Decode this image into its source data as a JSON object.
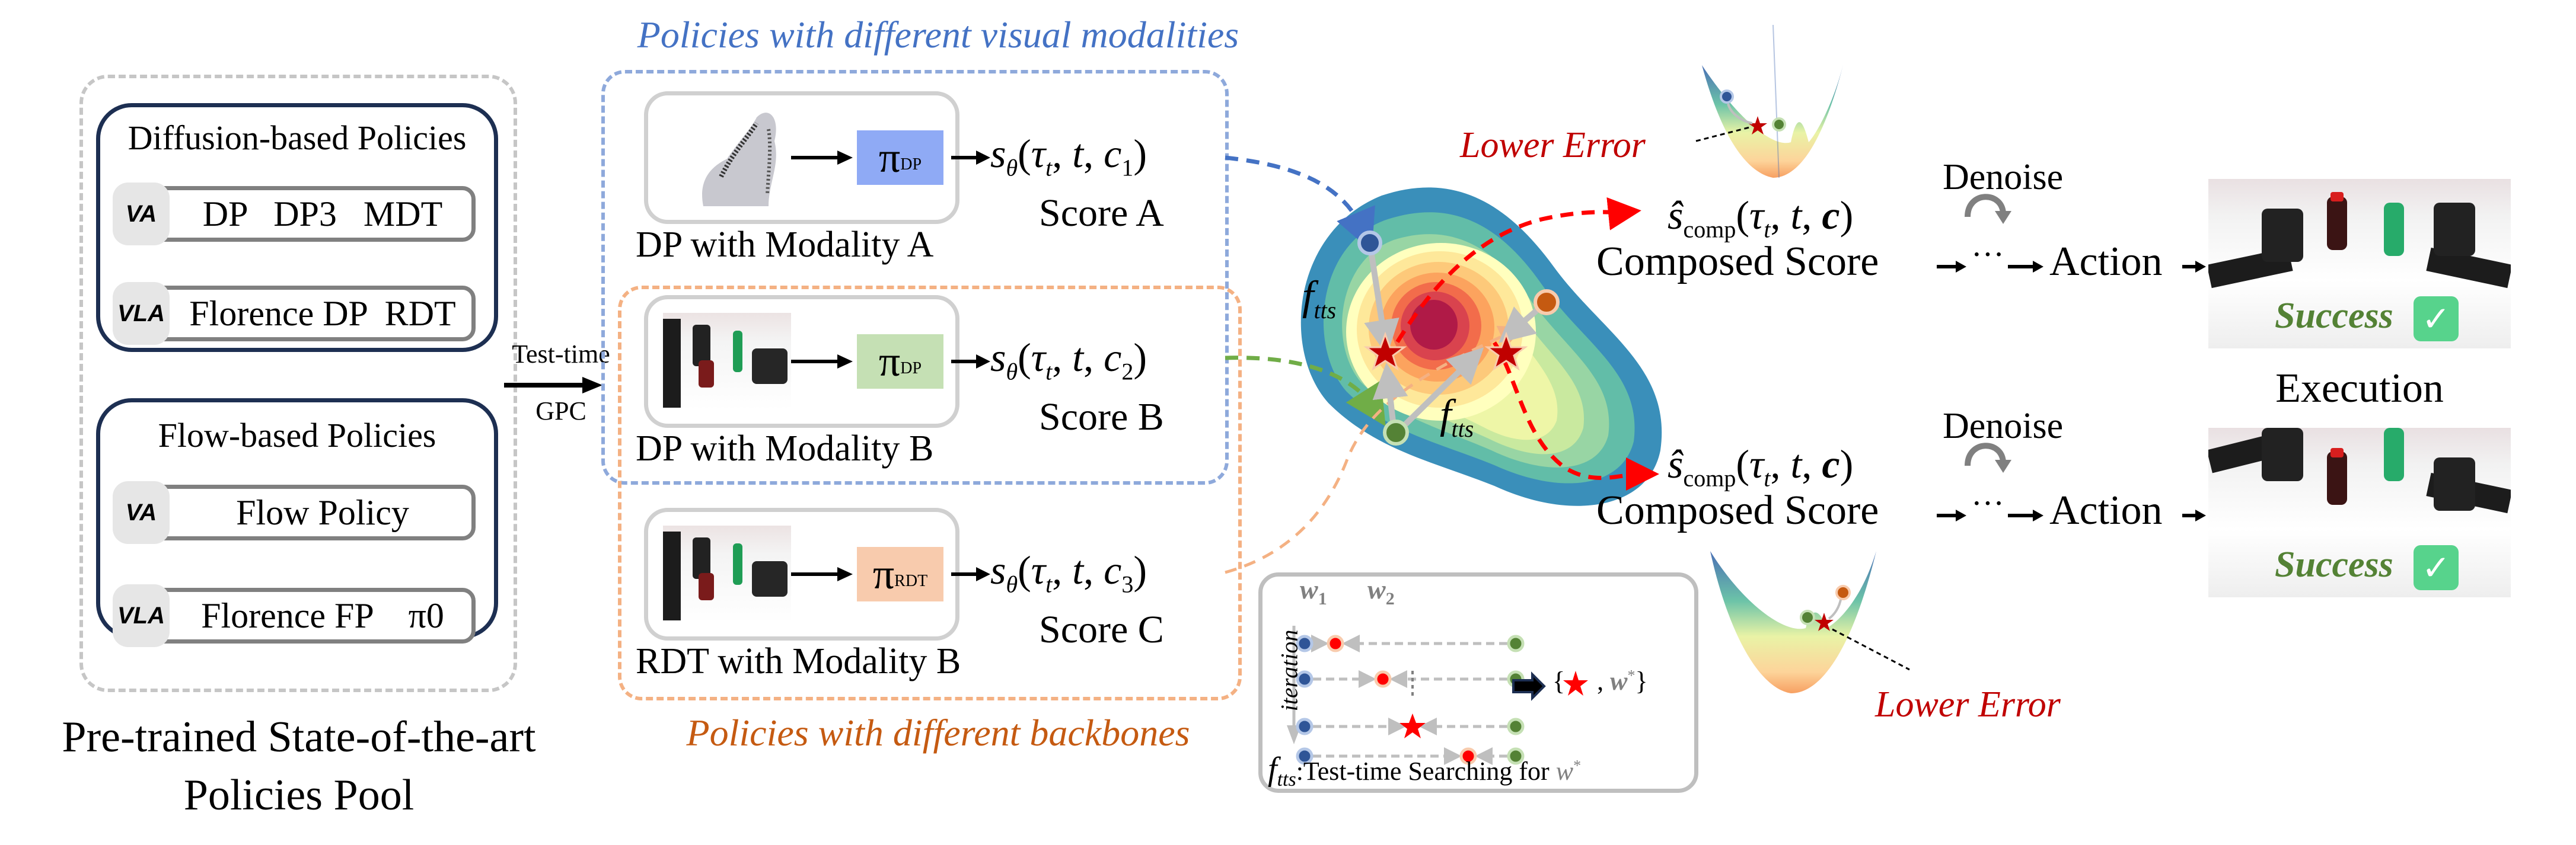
{
  "pool": {
    "diffusion": {
      "title": "Diffusion-based Policies",
      "rows": [
        {
          "tag": "VA",
          "text": "DP   DP3   MDT"
        },
        {
          "tag": "VLA",
          "text": "Florence DP  RDT"
        }
      ]
    },
    "flow": {
      "title": "Flow-based Policies",
      "rows": [
        {
          "tag": "VA",
          "text": "Flow Policy"
        },
        {
          "tag": "VLA",
          "text": "Florence FP    π0"
        }
      ]
    },
    "caption_line1": "Pre-trained State-of-the-art",
    "caption_line2": "Policies Pool"
  },
  "connector": {
    "top_label": "Test-time",
    "bottom_label": "GPC"
  },
  "groups": {
    "visual_title": "Policies with different visual modalities",
    "backbone_title": "Policies with different backbones",
    "visual_color": "#4472c4",
    "backbone_color": "#c55a11"
  },
  "policies": [
    {
      "name": "DP with Modality A",
      "pi": "π",
      "pi_sub": "DP",
      "pi_color": "#8faaf5",
      "input": "point-cloud",
      "score_fn": "s",
      "score_sub": "θ",
      "args": "τ",
      "args_sub": "t",
      "cond": "c",
      "cond_sub": "1",
      "score_label": "Score A",
      "link_color": "#4472c4"
    },
    {
      "name": "DP with Modality B",
      "pi": "π",
      "pi_sub": "DP",
      "pi_color": "#c5e0b4",
      "input": "rgb-image",
      "score_fn": "s",
      "score_sub": "θ",
      "args": "τ",
      "args_sub": "t",
      "cond": "c",
      "cond_sub": "2",
      "score_label": "Score B",
      "link_color": "#70ad47"
    },
    {
      "name": "RDT with Modality B",
      "pi": "π",
      "pi_sub": "RDT",
      "pi_color": "#f8cbad",
      "input": "rgb-image",
      "score_fn": "s",
      "score_sub": "θ",
      "args": "τ",
      "args_sub": "t",
      "cond": "c",
      "cond_sub": "3",
      "score_label": "Score C",
      "link_color": "#f4b183"
    }
  ],
  "landscape": {
    "f_label": "f",
    "f_sub": "tts"
  },
  "composed": [
    {
      "formula_fn": "ŝ",
      "formula_sub": "comp",
      "formula_args": "τ",
      "formula_args_sub": "t",
      "formula_cond": "c",
      "label": "Composed Score",
      "dots": "···",
      "denoise": "Denoise",
      "action": "Action",
      "result": "Success"
    },
    {
      "formula_fn": "ŝ",
      "formula_sub": "comp",
      "formula_args": "τ",
      "formula_args_sub": "t",
      "formula_cond": "c",
      "label": "Composed Score",
      "dots": "···",
      "denoise": "Denoise",
      "action": "Action",
      "result": "Success"
    }
  ],
  "execution_label": "Execution",
  "lower_error": "Lower Error",
  "tts": {
    "w1": "w",
    "w1_sub": "1",
    "w2": "w",
    "w2_sub": "2",
    "iteration": "iteration",
    "result_open": "{",
    "result_w": "w",
    "result_star_sup": "*",
    "result_close": "}",
    "caption_f": "f",
    "caption_f_sub": "tts",
    "caption_text": ":Test-time Searching for ",
    "caption_w": "w",
    "caption_w_sup": "*"
  }
}
